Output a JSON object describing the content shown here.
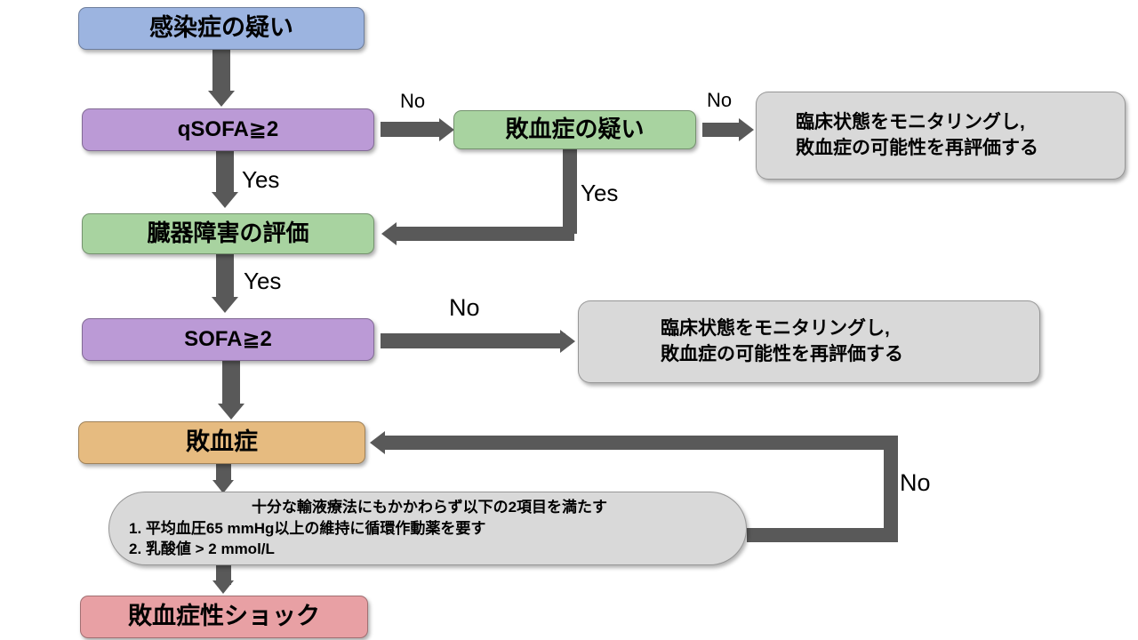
{
  "diagram": {
    "title": "Sepsis diagnostic flowchart (Sepsis-3)",
    "colors": {
      "blue": "#9cb4e0",
      "purple": "#bb9ad6",
      "green": "#a8d3a0",
      "orange": "#e6bb80",
      "pink": "#e8a0a4",
      "grey": "#d9d9d9",
      "arrow": "#595959",
      "background": "#ffffff"
    },
    "nodes": {
      "infection": "感染症の疑い",
      "qsofa": "qSOFA≧2",
      "sepsis_suspect": "敗血症の疑い",
      "organ_eval": "臓器障害の評価",
      "sofa": "SOFA≧2",
      "sepsis": "敗血症",
      "shock": "敗血症性ショック",
      "monitor_1": {
        "line1": "臨床状態をモニタリングし,",
        "line2": "敗血症の可能性を再評価する"
      },
      "monitor_2": {
        "line1": "臨床状態をモニタリングし,",
        "line2": "敗血症の可能性を再評価する"
      },
      "criteria": {
        "heading": "十分な輸液療法にもかかわらず以下の2項目を満たす",
        "item1": "1. 平均血圧65 mmHg以上の維持に循環作動薬を要す",
        "item2": "2. 乳酸値 > 2 mmol/L"
      }
    },
    "edge_labels": {
      "qsofa_no": "No",
      "sepsis_suspect_no": "No",
      "qsofa_yes": "Yes",
      "sepsis_suspect_yes": "Yes",
      "organ_eval_yes": "Yes",
      "sofa_no": "No",
      "criteria_no": "No"
    }
  }
}
